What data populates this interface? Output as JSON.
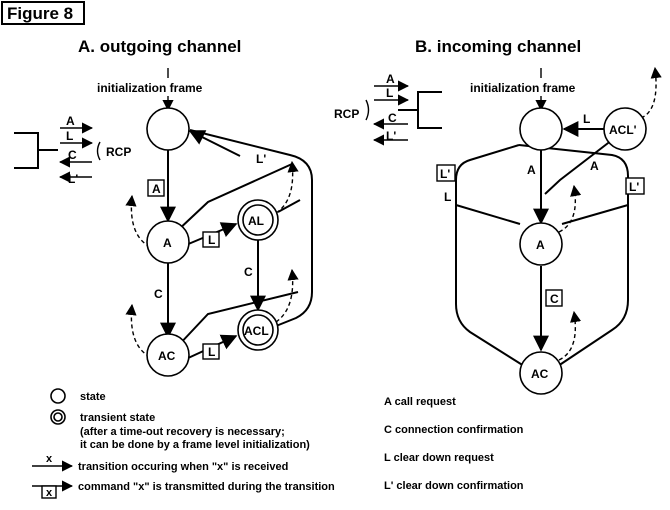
{
  "figure_label": "Figure 8",
  "outgoing": {
    "title": "A. outgoing channel",
    "init_label": "initialization frame",
    "rcp_label": "RCP",
    "rcp_signals": [
      "A",
      "L",
      "C",
      "L'"
    ],
    "nodes": {
      "init": "",
      "a": "A",
      "al": "AL",
      "ac": "AC",
      "acl": "ACL"
    },
    "boxed": {
      "a": "A",
      "l1": "L",
      "l2": "L"
    },
    "labels": {
      "lprime": "L'",
      "c1": "C",
      "c2": "C"
    }
  },
  "incoming": {
    "title": "B. incoming channel",
    "init_label": "initialization frame",
    "rcp_label": "RCP",
    "rcp_signals": [
      "A",
      "L",
      "C",
      "L'"
    ],
    "nodes": {
      "init": "",
      "acl": "ACL'",
      "a": "A",
      "ac": "AC"
    },
    "boxed": {
      "lprime_left": "L'",
      "lprime_right": "L'",
      "c": "C"
    },
    "labels": {
      "l_top": "L",
      "a1": "A",
      "a2": "A",
      "l_left": "L"
    }
  },
  "legend": {
    "state": "state",
    "transient_title": "transient state",
    "transient_line1": "(after a time-out recovery is necessary;",
    "transient_line2": "it can be done by a frame level initialization)",
    "received_marker": "x",
    "received_text": "transition occuring when \"x\" is received",
    "command_marker": "x",
    "command_text": "command \"x\" is transmitted during the transition"
  },
  "definitions": [
    "A call request",
    "C connection confirmation",
    "L clear down request",
    "L' clear down confirmation"
  ]
}
